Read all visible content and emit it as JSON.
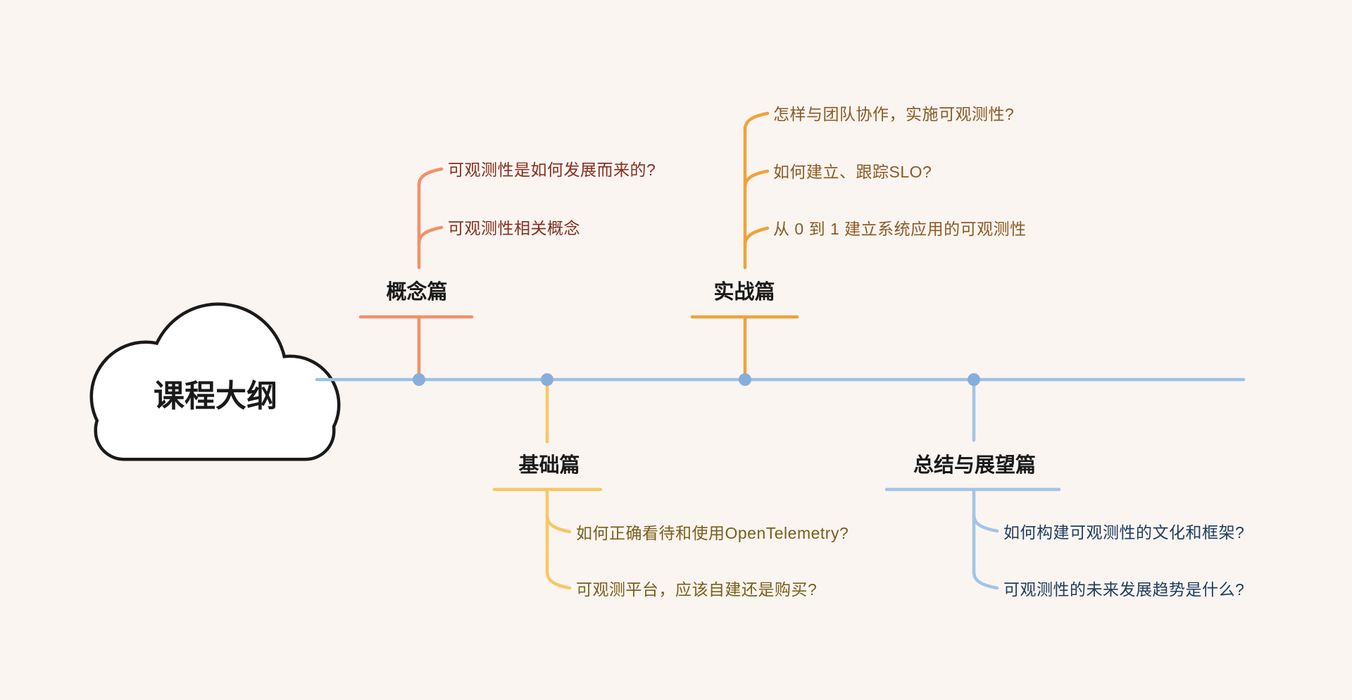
{
  "root": {
    "title": "课程大纲"
  },
  "colors": {
    "background": "#FBF5F1",
    "timeline": "#9DC1E6",
    "node": "#87AEDB",
    "cloud_outline": "#1A1A1A",
    "cloud_fill": "#FFFFFF",
    "label_text": "#1A1A1A",
    "concept_line": "#F2906B",
    "concept_text": "#822F1E",
    "basic_line": "#F5C863",
    "basic_text": "#77601A",
    "practice_line": "#F0A23B",
    "practice_text": "#8A5A24",
    "summary_line": "#A3C4E7",
    "summary_text": "#1E3C5E"
  },
  "branches": [
    {
      "label": "概念篇",
      "position": "above",
      "topics": [
        "可观测性是如何发展而来的?",
        "可观测性相关概念"
      ]
    },
    {
      "label": "基础篇",
      "position": "below",
      "topics": [
        "如何正确看待和使用OpenTelemetry?",
        "可观测平台，应该自建还是购买?"
      ]
    },
    {
      "label": "实战篇",
      "position": "above",
      "topics": [
        "怎样与团队协作，实施可观测性?",
        "如何建立、跟踪SLO?",
        "从 0 到 1 建立系统应用的可观测性"
      ]
    },
    {
      "label": "总结与展望篇",
      "position": "below",
      "topics": [
        "如何构建可观测性的文化和框架?",
        "可观测性的未来发展趋势是什么?"
      ]
    }
  ]
}
